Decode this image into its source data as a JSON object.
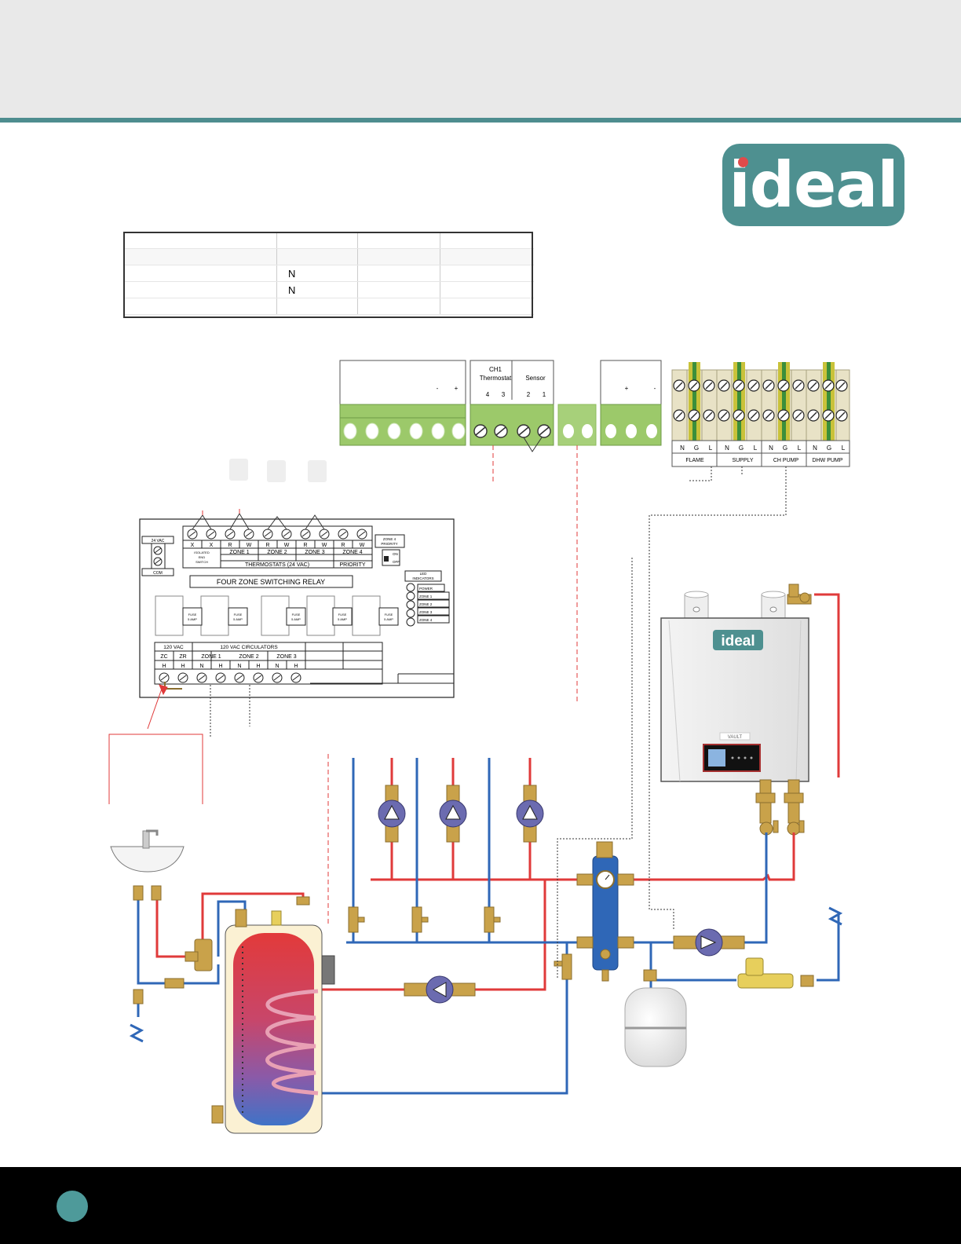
{
  "brand": {
    "logo_text": "ideal",
    "boiler_badge": "ideal",
    "boiler_model": "VAULT"
  },
  "settings_table": {
    "rows": [
      {
        "value": "N"
      },
      {
        "value": "N"
      }
    ]
  },
  "terminals": {
    "left_polarity": [
      "-",
      "+"
    ],
    "ch1_thermostat": {
      "title_line1": "CH1",
      "title_line2": "Thermostat",
      "pins": [
        "4",
        "3"
      ]
    },
    "sensor": {
      "title": "Sensor",
      "pins": [
        "2",
        "1"
      ]
    },
    "right_polarity": [
      "+",
      "-"
    ],
    "power_pins": [
      "N",
      "G",
      "L",
      "N",
      "G",
      "L",
      "N",
      "G",
      "L",
      "N",
      "G",
      "L"
    ],
    "power_groups": [
      "FLAME",
      "SUPPLY",
      "CH PUMP",
      "DHW PUMP"
    ]
  },
  "relay": {
    "title": "FOUR ZONE SWITCHING RELAY",
    "supply_label": "24 VAC",
    "com_label": "COM",
    "thermostat_pins": [
      "X",
      "X",
      "R",
      "W",
      "R",
      "W",
      "R",
      "W",
      "R",
      "W"
    ],
    "isolated_label": [
      "ISOLATED",
      "END",
      "SWITCH"
    ],
    "zones": [
      "ZONE 1",
      "ZONE 2",
      "ZONE 3",
      "ZONE 4"
    ],
    "thermostats_label": "THERMOSTATS (24 VAC)",
    "priority_label": "PRIORITY",
    "zone4_priority": [
      "ZONE 4",
      "PRIORITY"
    ],
    "switch_labels": [
      "ON",
      "OFF"
    ],
    "led_title": [
      "LED",
      "INDICATORS"
    ],
    "leds": [
      "POWER",
      "ZONE 1",
      "ZONE 2",
      "ZONE 3",
      "ZONE 4"
    ],
    "fuse_label": [
      "FUSE",
      "5 AMP"
    ],
    "vac_label": "120 VAC",
    "circulators_label": "120 VAC CIRCULATORS",
    "zc": "ZC",
    "zr": "ZR",
    "circ_zones": [
      "ZONE 1",
      "ZONE 2",
      "ZONE 3"
    ],
    "circ_pins": [
      "H",
      "H",
      "N",
      "H",
      "N",
      "H",
      "N",
      "H"
    ]
  },
  "colors": {
    "hot": "#e03a3a",
    "cold": "#2f67b7",
    "accent": "#4e8d8f",
    "terminal_green": "#9cc96a",
    "brass": "#c9a24a"
  }
}
